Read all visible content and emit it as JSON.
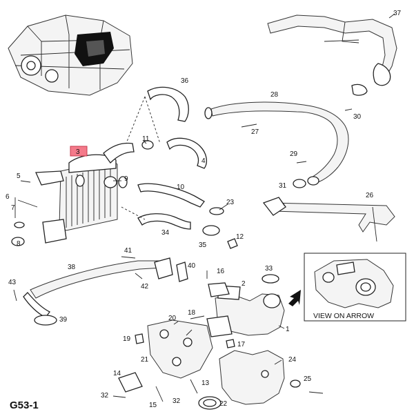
{
  "diagram_code": "G53-1",
  "inset_caption": "VIEW ON ARROW",
  "highlighted_part": "3",
  "part_labels": {
    "p1": "1",
    "p2": "2",
    "p3": "3",
    "p4": "4",
    "p5": "5",
    "p6": "6",
    "p7": "7",
    "p8": "8",
    "p9": "9",
    "p10": "10",
    "p11": "11",
    "p12": "12",
    "p13": "13",
    "p14": "14",
    "p15": "15",
    "p16": "16",
    "p17": "17",
    "p18": "18",
    "p19": "19",
    "p20": "20",
    "p21": "21",
    "p22": "22",
    "p23": "23",
    "p24": "24",
    "p25": "25",
    "p26": "26",
    "p27": "27",
    "p28": "28",
    "p29": "29",
    "p30": "30",
    "p31": "31",
    "p32a": "32",
    "p32b": "32",
    "p33": "33",
    "p34": "34",
    "p35": "35",
    "p36": "36",
    "p37": "37",
    "p38": "38",
    "p39": "39",
    "p40": "40",
    "p41": "41",
    "p42": "42",
    "p43": "43"
  }
}
